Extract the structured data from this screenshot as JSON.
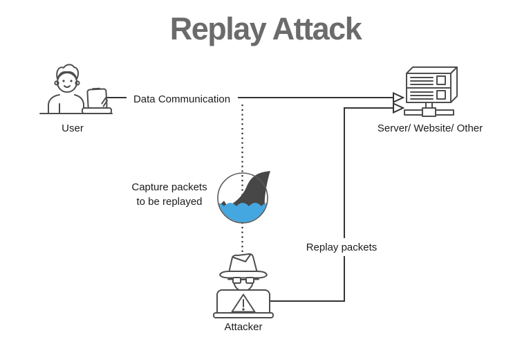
{
  "title": "Replay Attack",
  "colors": {
    "background": "#ffffff",
    "title_gray": "#6b6b6b",
    "text_dark": "#1b1b1b",
    "icon_line": "#4d4d4d",
    "edge_line": "#333333",
    "water_blue": "#45a7e0",
    "fin_dark": "#474747"
  },
  "nodes": {
    "user": {
      "label": "User",
      "icon": "person-at-laptop"
    },
    "server": {
      "label": "Server/ Website/ Other",
      "icon": "server-network"
    },
    "attacker": {
      "label": "Attacker",
      "icon": "spy-with-warning-laptop"
    },
    "capture_tool": {
      "icon": "wireshark-shark-fin",
      "annotation": "Capture packets\nto be replayed"
    }
  },
  "edges": {
    "data_communication": {
      "label": "Data Communication",
      "from": "user",
      "to": "server",
      "style": "solid-arrow"
    },
    "replay_packets": {
      "label": "Replay packets",
      "from": "attacker",
      "to": "server",
      "style": "solid-arrow"
    },
    "capture_path": {
      "from": "data_communication",
      "to": "attacker",
      "style": "dotted"
    }
  }
}
